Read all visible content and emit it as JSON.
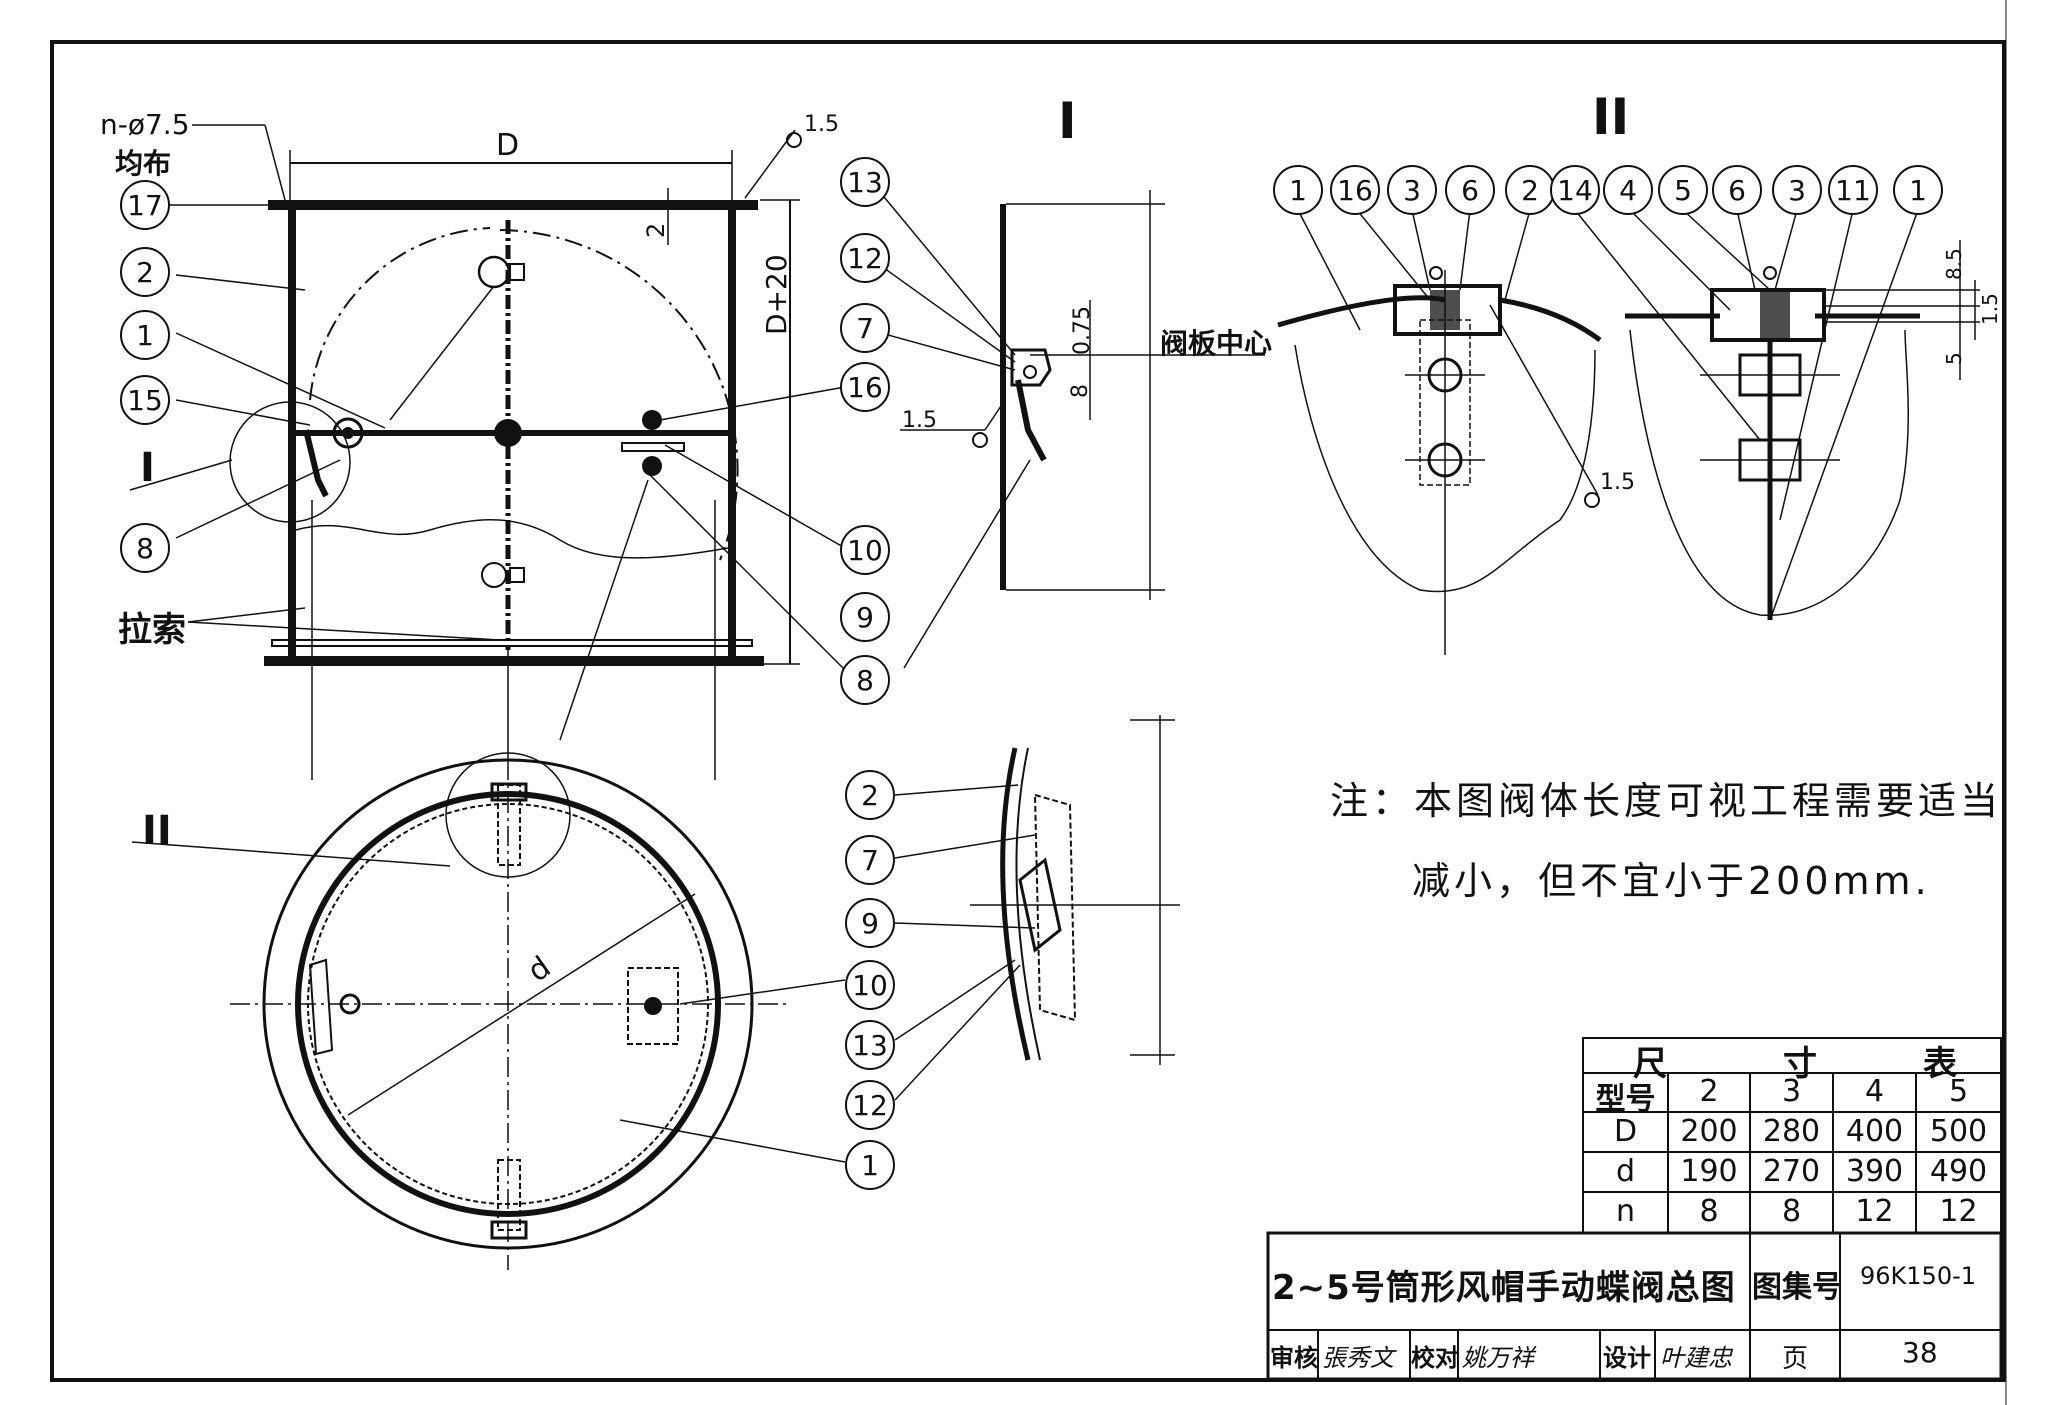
{
  "labels": {
    "n_holes": "n-ø7.5",
    "uniform": "均布",
    "D": "D",
    "d": "d",
    "D20": "D+20",
    "dim2": "2",
    "dim075": "0.75",
    "dim8": "8",
    "dim85": "8.5",
    "dim15": "1.5",
    "dim5": "5",
    "weld": "1.5",
    "valve_center": "阀板中心",
    "cable": "拉索",
    "section_I": "I",
    "section_II": "II"
  },
  "parts": {
    "p1": "1",
    "p2": "2",
    "p3": "3",
    "p4": "4",
    "p5": "5",
    "p6": "6",
    "p7": "7",
    "p8": "8",
    "p9": "9",
    "p10": "10",
    "p11": "11",
    "p12": "12",
    "p13": "13",
    "p14": "14",
    "p15": "15",
    "p16": "16",
    "p17": "17"
  },
  "note": {
    "line1": "注：本图阀体长度可视工程需要适当",
    "line2": "减小，但不宜小于200mm."
  },
  "table": {
    "title_chars": [
      "尺",
      "寸",
      "表"
    ],
    "header": [
      "型号",
      "2",
      "3",
      "4",
      "5"
    ],
    "rows": [
      [
        "D",
        "200",
        "280",
        "400",
        "500"
      ],
      [
        "d",
        "190",
        "270",
        "390",
        "490"
      ],
      [
        "n",
        "8",
        "8",
        "12",
        "12"
      ]
    ]
  },
  "title_block": {
    "title": "2~5号筒形风帽手动蝶阀总图",
    "atlas_label": "图集号",
    "atlas_no": "96K150-1",
    "review_label": "审核",
    "review_name": "張秀文",
    "check_label": "校对",
    "check_name": "姚万祥",
    "design_label": "设计",
    "design_name": "叶建忠",
    "page_label": "页",
    "page_no": "38"
  }
}
